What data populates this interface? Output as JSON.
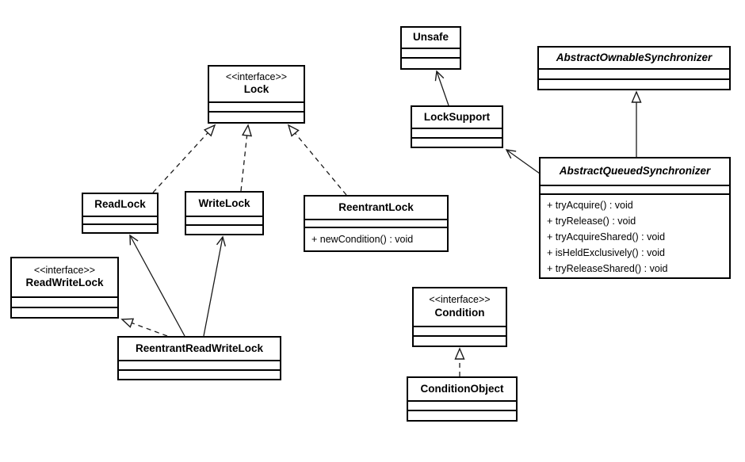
{
  "classes": {
    "unsafe": {
      "name": "Unsafe"
    },
    "aos": {
      "name": "AbstractOwnableSynchronizer",
      "abstract": true
    },
    "lock": {
      "stereotype": "<<interface>>",
      "name": "Lock"
    },
    "lock_support": {
      "name": "LockSupport"
    },
    "aqs": {
      "name": "AbstractQueuedSynchronizer",
      "abstract": true,
      "methods": [
        "+ tryAcquire() : void",
        "+ tryRelease() : void",
        "+ tryAcquireShared() : void",
        "+ isHeldExclusively() : void",
        "+ tryReleaseShared() : void"
      ]
    },
    "read_lock": {
      "name": "ReadLock"
    },
    "write_lock": {
      "name": "WriteLock"
    },
    "reentrant_lock": {
      "name": "ReentrantLock",
      "methods": [
        "+ newCondition() : void"
      ]
    },
    "read_write_lock": {
      "stereotype": "<<interface>>",
      "name": "ReadWriteLock"
    },
    "reentrant_read_write_lock": {
      "name": "ReentrantReadWriteLock"
    },
    "condition": {
      "stereotype": "<<interface>>",
      "name": "Condition"
    },
    "condition_object": {
      "name": "ConditionObject"
    }
  },
  "relationships": [
    {
      "from": "ReadLock",
      "to": "Lock",
      "type": "realization"
    },
    {
      "from": "WriteLock",
      "to": "Lock",
      "type": "realization"
    },
    {
      "from": "ReentrantLock",
      "to": "Lock",
      "type": "realization"
    },
    {
      "from": "ReentrantReadWriteLock",
      "to": "ReadWriteLock",
      "type": "realization"
    },
    {
      "from": "ConditionObject",
      "to": "Condition",
      "type": "realization"
    },
    {
      "from": "AbstractQueuedSynchronizer",
      "to": "AbstractOwnableSynchronizer",
      "type": "generalization"
    },
    {
      "from": "LockSupport",
      "to": "Unsafe",
      "type": "dependency"
    },
    {
      "from": "AbstractQueuedSynchronizer",
      "to": "LockSupport",
      "type": "dependency"
    },
    {
      "from": "ReentrantReadWriteLock",
      "to": "ReadLock",
      "type": "dependency"
    },
    {
      "from": "ReentrantReadWriteLock",
      "to": "WriteLock",
      "type": "dependency"
    }
  ],
  "colors": {
    "line": "#1a1a1a",
    "background": "#ffffff"
  }
}
